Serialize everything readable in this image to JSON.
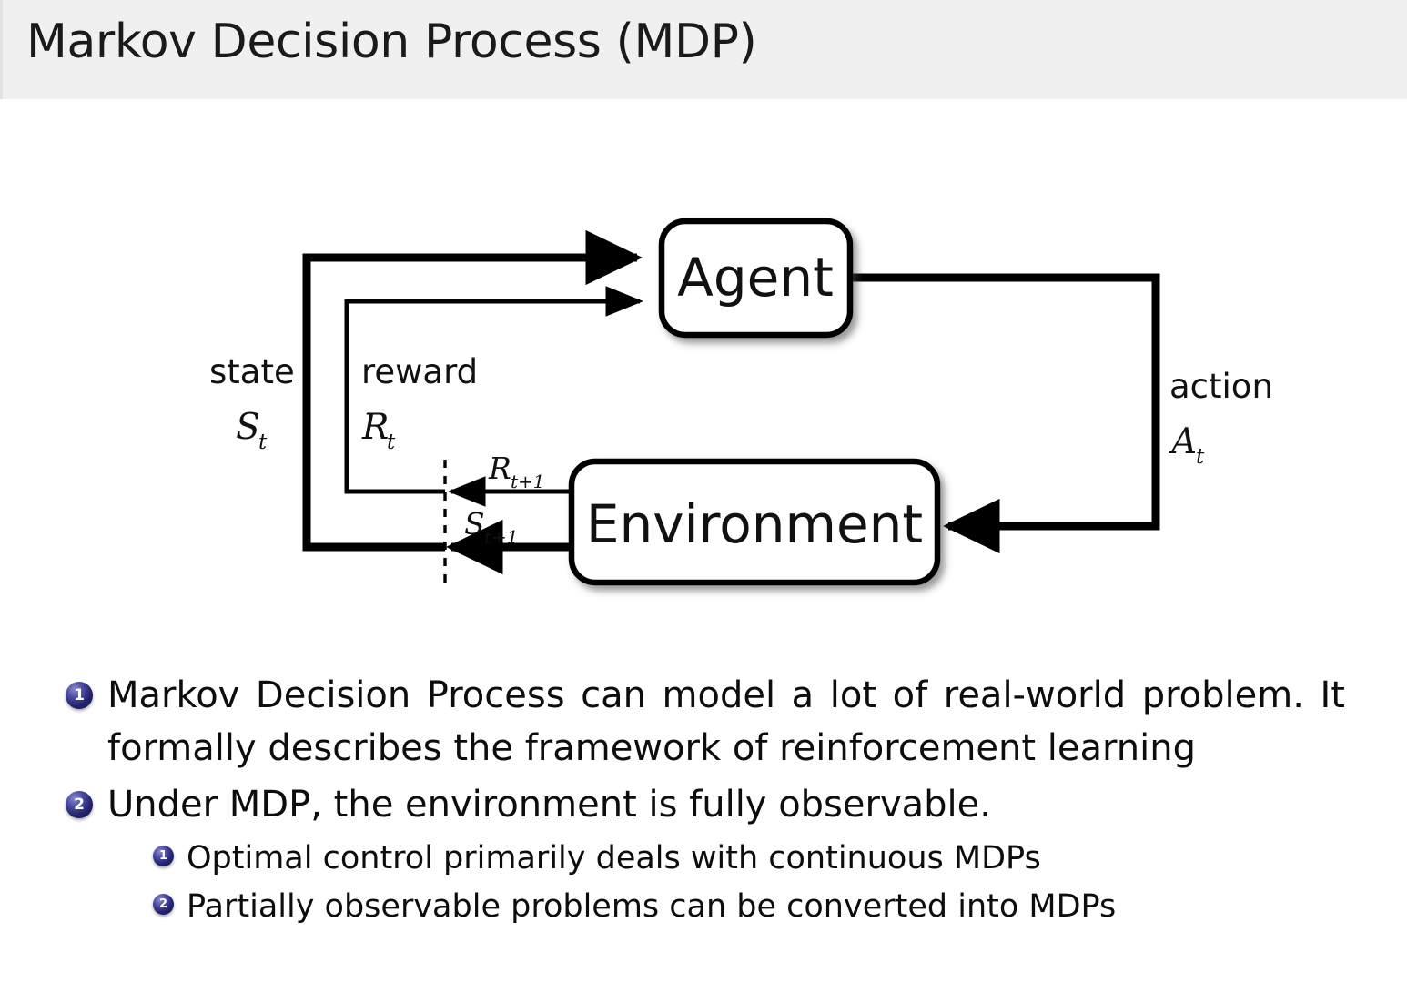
{
  "slide": {
    "title": "Markov Decision Process (MDP)",
    "header_bg": "#f0f0f0",
    "body_bg": "#ffffff",
    "bullet_color": "#252575"
  },
  "diagram": {
    "name": "agent-environment-interaction-loop",
    "nodes": {
      "agent": "Agent",
      "environment": "Environment"
    },
    "edges": {
      "state_word": "state",
      "state_sym": "S",
      "state_sub": "t",
      "reward_word": "reward",
      "reward_sym": "R",
      "reward_sub": "t",
      "action_word": "action",
      "action_sym": "A",
      "action_sub": "t",
      "reward_next_sym": "R",
      "reward_next_sub": "t+1",
      "state_next_sym": "S",
      "state_next_sub": "t+1"
    }
  },
  "bullets": [
    {
      "index": "1",
      "level": 1,
      "text": "Markov Decision Process can model a lot of real-world problem. It formally describes the framework of reinforcement learning"
    },
    {
      "index": "2",
      "level": 1,
      "text": "Under MDP, the environment is fully observable."
    },
    {
      "index": "1",
      "level": 2,
      "text": "Optimal control primarily deals with continuous MDPs"
    },
    {
      "index": "2",
      "level": 2,
      "text": "Partially observable problems can be converted into MDPs"
    }
  ]
}
